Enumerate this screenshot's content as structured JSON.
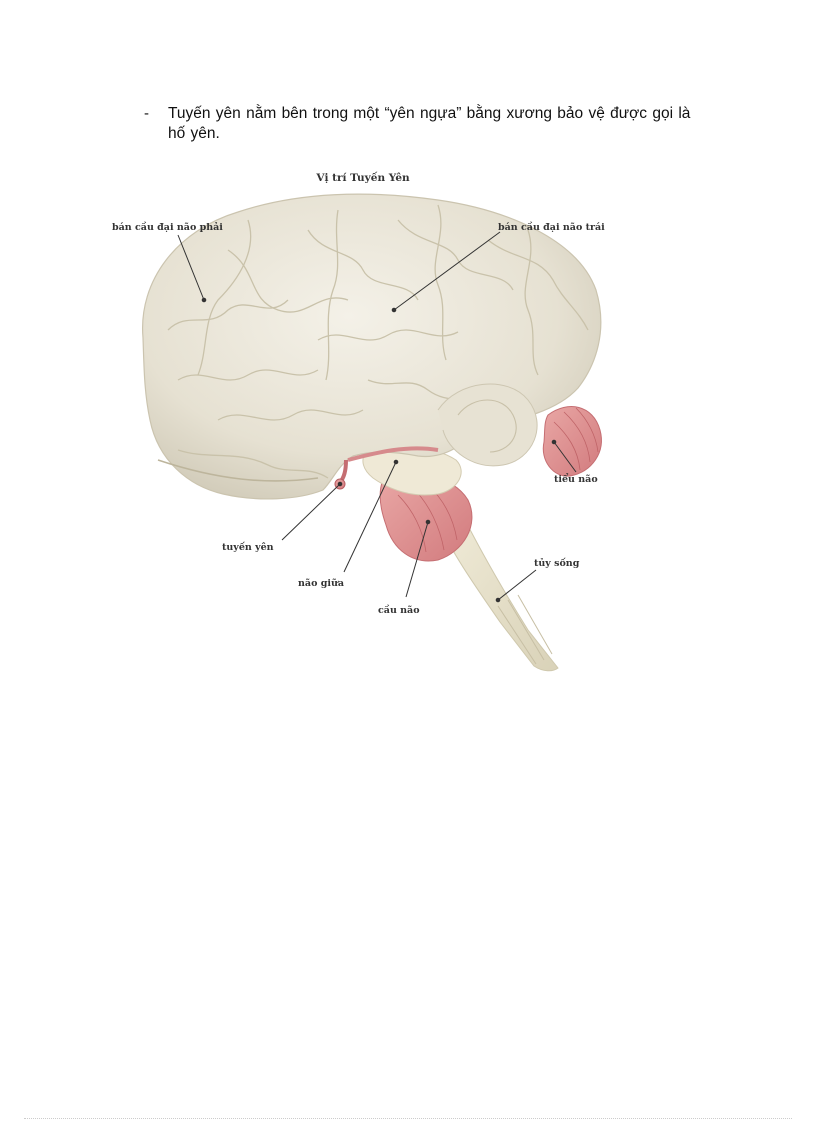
{
  "document": {
    "bullet_marker": "-",
    "bullet_text": "Tuyến yên nằm bên trong một “yên ngựa” bằng xương bảo vệ được gọi là hố yên."
  },
  "figure": {
    "title": "Vị trí Tuyến Yên",
    "labels": {
      "right_hemisphere": "bán cầu đại não phải",
      "left_hemisphere": "bán cầu đại não trái",
      "cerebellum": "tiểu não",
      "pituitary": "tuyến yên",
      "midbrain": "não giữa",
      "pons": "cầu não",
      "spinal_cord": "tủy sống"
    }
  }
}
